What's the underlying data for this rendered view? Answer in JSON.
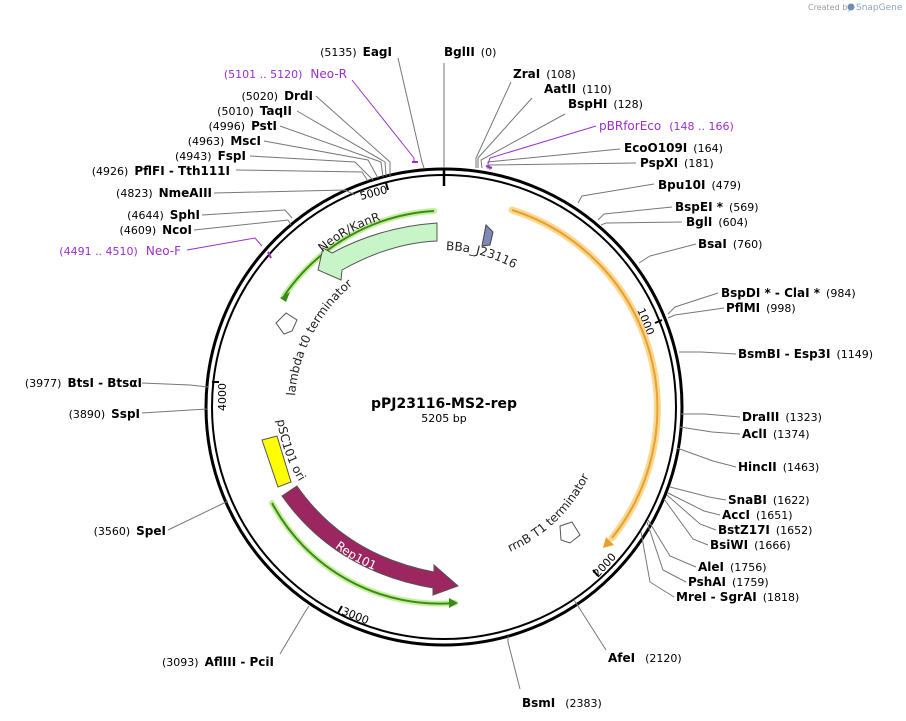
{
  "plasmid": {
    "name": "pPJ23116-MS2-rep",
    "size_label": "5205 bp",
    "length": 5205
  },
  "credit": {
    "prefix": "Created by",
    "brand": "SnapGene"
  },
  "ticks": [
    "1000",
    "2000",
    "3000",
    "4000",
    "5000"
  ],
  "sites": [
    {
      "name": "BglII",
      "pos": "(0)"
    },
    {
      "name": "ZraI",
      "pos": "(108)"
    },
    {
      "name": "AatII",
      "pos": "(110)"
    },
    {
      "name": "BspHI",
      "pos": "(128)"
    },
    {
      "name": "EcoO109I",
      "pos": "(164)"
    },
    {
      "name": "PspXI",
      "pos": "(181)"
    },
    {
      "name": "Bpu10I",
      "pos": "(479)"
    },
    {
      "name": "BspEI *",
      "pos": "(569)"
    },
    {
      "name": "BglI",
      "pos": "(604)"
    },
    {
      "name": "BsaI",
      "pos": "(760)"
    },
    {
      "name": "BspDI * - ClaI *",
      "pos": "(984)"
    },
    {
      "name": "PflMI",
      "pos": "(998)"
    },
    {
      "name": "BsmBI - Esp3I",
      "pos": "(1149)"
    },
    {
      "name": "DraIII",
      "pos": "(1323)"
    },
    {
      "name": "AclI",
      "pos": "(1374)"
    },
    {
      "name": "HincII",
      "pos": "(1463)"
    },
    {
      "name": "SnaBI",
      "pos": "(1622)"
    },
    {
      "name": "AccI",
      "pos": "(1651)"
    },
    {
      "name": "BstZ17I",
      "pos": "(1652)"
    },
    {
      "name": "BsiWI",
      "pos": "(1666)"
    },
    {
      "name": "AleI",
      "pos": "(1756)"
    },
    {
      "name": "PshAI",
      "pos": "(1759)"
    },
    {
      "name": "MreI - SgrAI",
      "pos": "(1818)"
    },
    {
      "name": "AfeI",
      "pos": "(2120)"
    },
    {
      "name": "BsmI",
      "pos": "(2383)"
    },
    {
      "name": "AflIII - PciI",
      "pos": "(3093)"
    },
    {
      "name": "SpeI",
      "pos": "(3560)"
    },
    {
      "name": "SspI",
      "pos": "(3890)"
    },
    {
      "name": "BtsI - BtsαI",
      "pos": "(3977)"
    },
    {
      "name": "NcoI",
      "pos": "(4609)"
    },
    {
      "name": "SphI",
      "pos": "(4644)"
    },
    {
      "name": "NmeAIII",
      "pos": "(4823)"
    },
    {
      "name": "PflFI - Tth111I",
      "pos": "(4926)"
    },
    {
      "name": "FspI",
      "pos": "(4943)"
    },
    {
      "name": "MscI",
      "pos": "(4963)"
    },
    {
      "name": "PstI",
      "pos": "(4996)"
    },
    {
      "name": "TaqII",
      "pos": "(5010)"
    },
    {
      "name": "DrdI",
      "pos": "(5020)"
    },
    {
      "name": "EagI",
      "pos": "(5135)"
    }
  ],
  "primers": [
    {
      "name": "Neo-R",
      "range": "(5101 .. 5120)",
      "color": "#9a30c8"
    },
    {
      "name": "pBRforEco",
      "range": "(148 .. 166)",
      "color": "#9a30c8"
    },
    {
      "name": "Neo-F",
      "range": "(4491 .. 4510)",
      "color": "#9a30c8"
    }
  ],
  "features": [
    {
      "name": "NeoR/KanR",
      "type": "CDS",
      "color": "#c8f5c8"
    },
    {
      "name": "BBa_J23116",
      "type": "promoter",
      "color": "#8088b8"
    },
    {
      "name": "lambda t0 terminator",
      "type": "terminator",
      "color": "#ffffff"
    },
    {
      "name": "pSC101 ori",
      "type": "origin",
      "color": "#ffff00"
    },
    {
      "name": "Rep101",
      "type": "CDS",
      "color": "#9b2660"
    },
    {
      "name": "rrnB T1 terminator",
      "type": "terminator",
      "color": "#ffffff"
    },
    {
      "name": "",
      "type": "misc",
      "color": "#f5b850"
    }
  ]
}
